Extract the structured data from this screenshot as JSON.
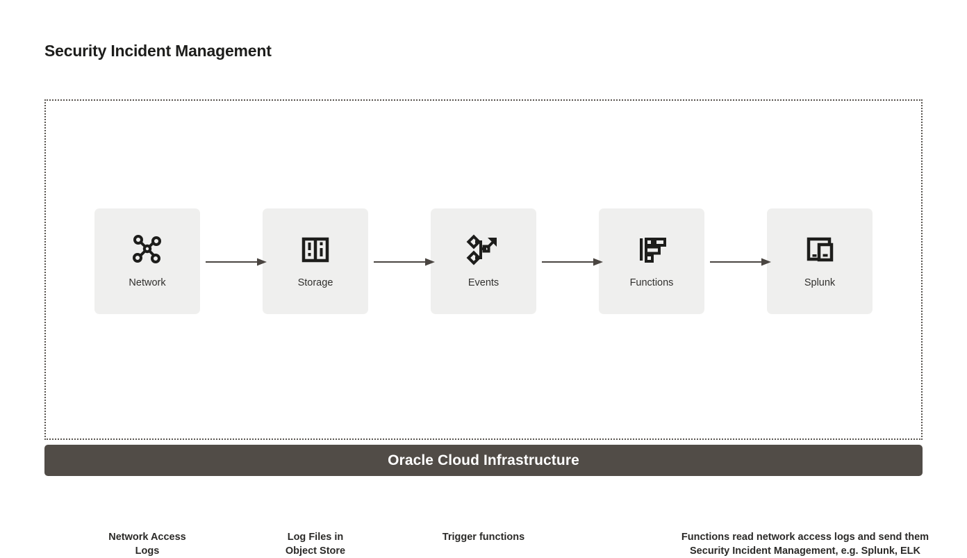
{
  "page": {
    "title": "Security Incident Management",
    "background_color": "#ffffff"
  },
  "boundary": {
    "name": "oci-region",
    "border_style": "dotted",
    "border_color": "#58534e"
  },
  "colors": {
    "card_background": "#efefee",
    "icon": "#1d1d1b",
    "arrow": "#4a4541",
    "footer_background": "#514c47",
    "footer_text": "#ffffff",
    "title_text": "#1d1d1b"
  },
  "flow": {
    "nodes": [
      {
        "id": "network",
        "label": "Network",
        "icon": "network-mesh-icon",
        "caption": "Network Access\nLogs"
      },
      {
        "id": "storage",
        "label": "Storage",
        "icon": "object-storage-icon",
        "caption": "Log Files in\nObject Store"
      },
      {
        "id": "events",
        "label": "Events",
        "icon": "events-flow-icon",
        "caption": "Trigger functions"
      },
      {
        "id": "functions",
        "label": "Functions",
        "icon": "functions-icon",
        "caption": "Functions read network access logs and send them\nSecurity Incident Management, e.g. Splunk, ELK"
      },
      {
        "id": "splunk",
        "label": "Splunk",
        "icon": "monitoring-device-icon",
        "caption": ""
      }
    ],
    "arrows": [
      {
        "id": "arrow-1",
        "from": "network",
        "to": "storage",
        "direction": "right"
      },
      {
        "id": "arrow-2",
        "from": "storage",
        "to": "events",
        "direction": "right"
      },
      {
        "id": "arrow-3",
        "from": "events",
        "to": "functions",
        "direction": "right"
      },
      {
        "id": "arrow-4",
        "from": "functions",
        "to": "splunk",
        "direction": "right"
      }
    ]
  },
  "footer": {
    "label": "Oracle Cloud Infrastructure"
  }
}
